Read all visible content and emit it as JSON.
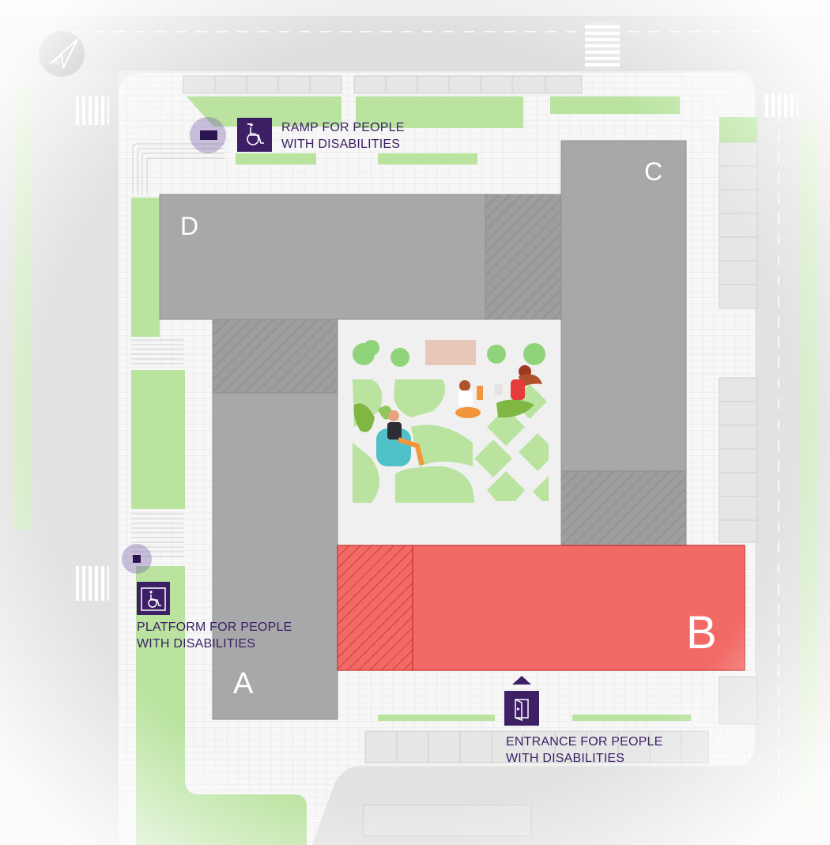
{
  "buildings": {
    "a": {
      "label": "A",
      "color": "#a7a8aa"
    },
    "b": {
      "label": "B",
      "color": "#f26a66",
      "highlighted": true
    },
    "c": {
      "label": "C",
      "color": "#a7a8aa"
    },
    "d": {
      "label": "D",
      "color": "#a7a8aa"
    }
  },
  "legend": {
    "ramp": {
      "label": "RAMP FOR PEOPLE\nWITH DISABILITIES",
      "icon": "wheelchair-icon"
    },
    "platform": {
      "label": "PLATFORM FOR PEOPLE\nWITH DISABILITIES",
      "icon": "wheelchair-platform-icon"
    },
    "entrance": {
      "label": "ENTRANCE FOR PEOPLE\nWITH DISABILITIES",
      "icon": "door-entrance-icon"
    }
  },
  "compass": {
    "label": "N",
    "icon": "compass-north-icon"
  },
  "colors": {
    "accent": "#3d1f66",
    "highlight": "#f26a66",
    "grass": "#b9e39f",
    "road": "#e4e4e4",
    "pavement": "#f7f7f7",
    "building": "#a7a8aa"
  }
}
